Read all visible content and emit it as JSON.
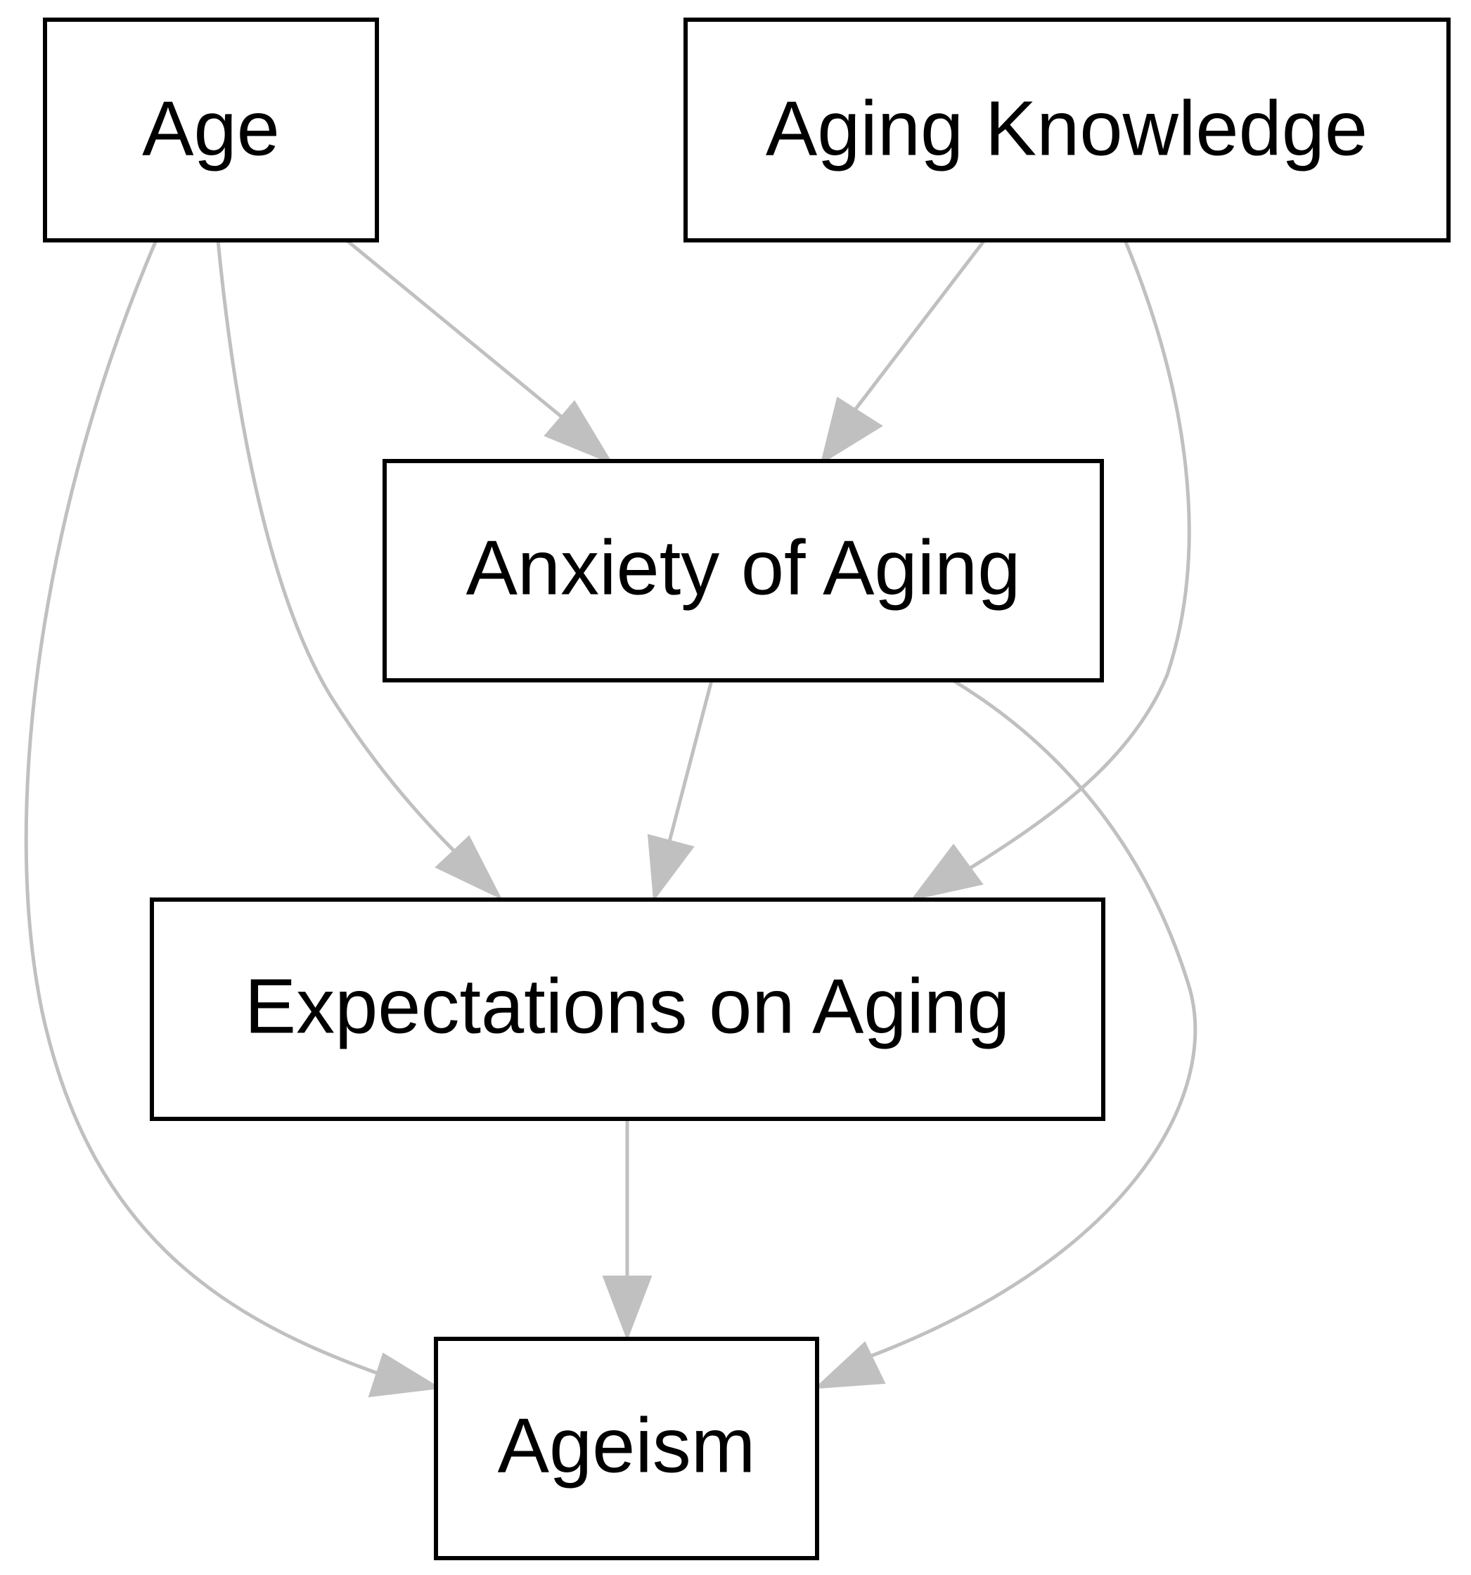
{
  "diagram": {
    "nodes": {
      "age": {
        "label": "Age"
      },
      "aging_knowledge": {
        "label": "Aging Knowledge"
      },
      "anxiety_of_aging": {
        "label": "Anxiety of Aging"
      },
      "expectations_on_aging": {
        "label": "Expectations on Aging"
      },
      "ageism": {
        "label": "Ageism"
      }
    },
    "edges": [
      {
        "from": "Age",
        "to": "Anxiety of Aging"
      },
      {
        "from": "Age",
        "to": "Expectations on Aging"
      },
      {
        "from": "Age",
        "to": "Ageism"
      },
      {
        "from": "Aging Knowledge",
        "to": "Anxiety of Aging"
      },
      {
        "from": "Aging Knowledge",
        "to": "Expectations on Aging"
      },
      {
        "from": "Anxiety of Aging",
        "to": "Expectations on Aging"
      },
      {
        "from": "Anxiety of Aging",
        "to": "Ageism"
      },
      {
        "from": "Expectations on Aging",
        "to": "Ageism"
      }
    ],
    "colors": {
      "edge": "#c0c0c0",
      "node_border": "#000000",
      "node_fill": "#ffffff",
      "text": "#000000"
    }
  }
}
